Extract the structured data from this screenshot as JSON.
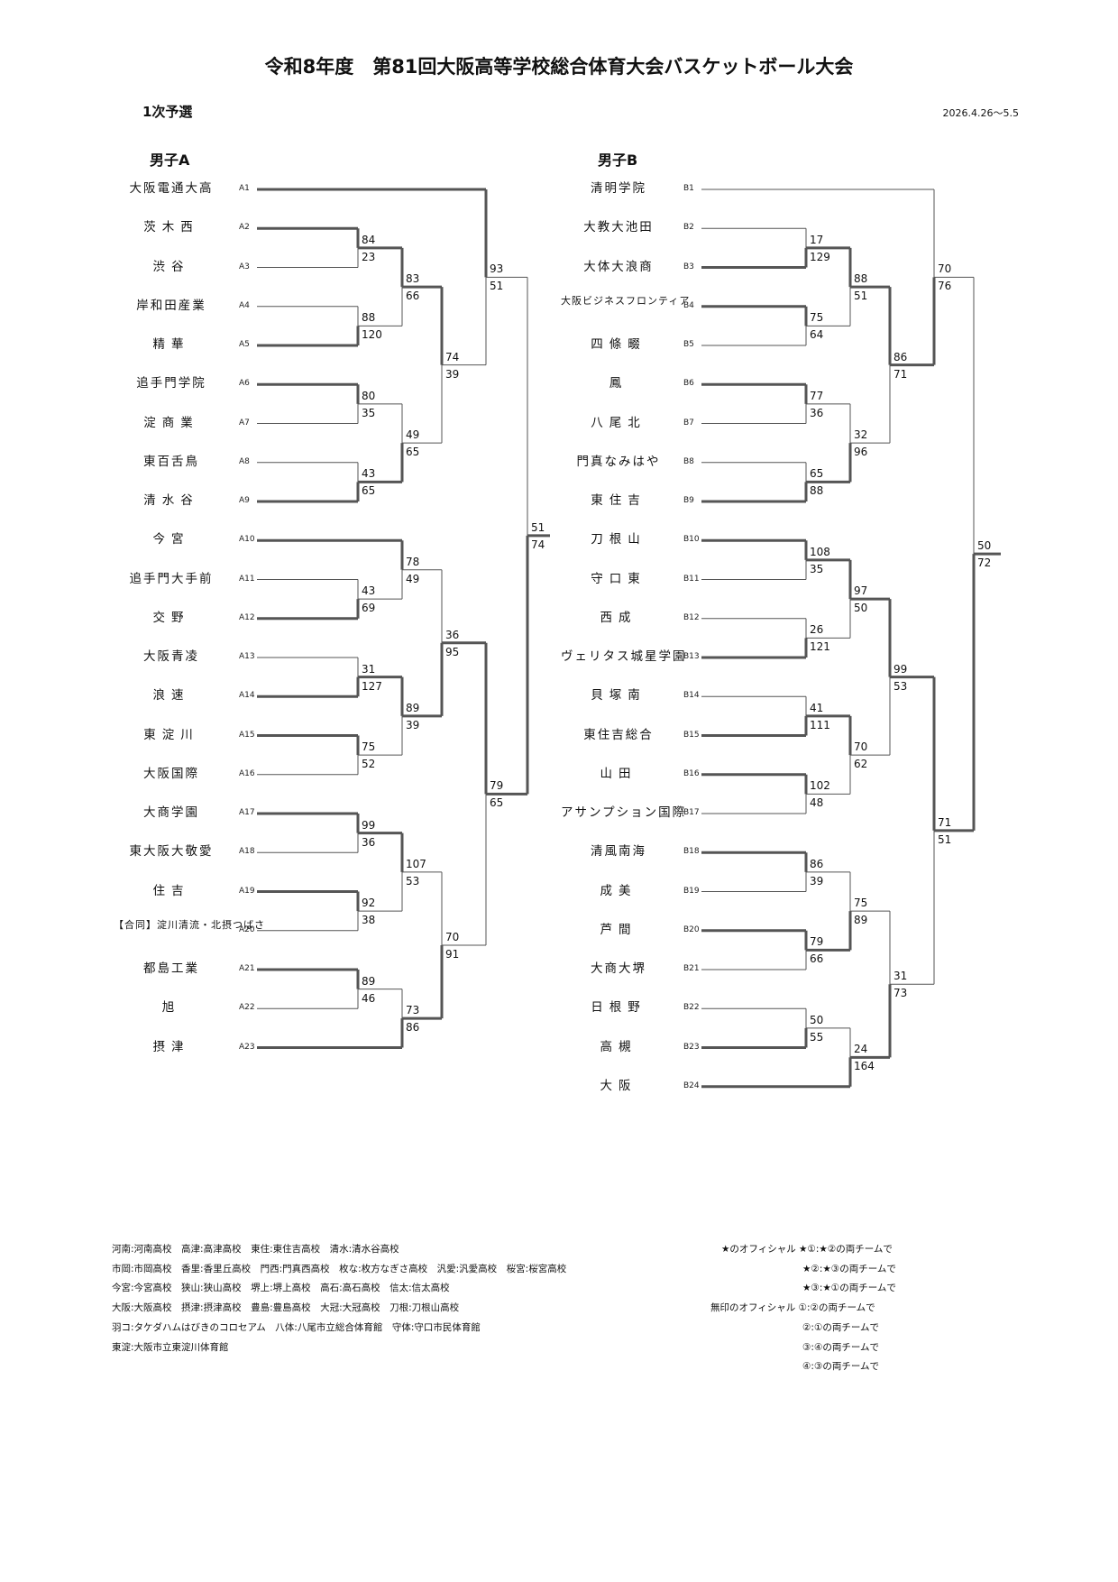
{
  "header": {
    "title": "令和8年度　第81回大阪高等学校総合体育大会バスケットボール大会",
    "subtitle": "1次予選",
    "date": "2026.4.26〜5.5"
  },
  "groups": [
    {
      "label": "男子A",
      "teams": [
        {
          "seed": "A1",
          "name": "大阪電通大高"
        },
        {
          "seed": "A2",
          "name": "茨木西"
        },
        {
          "seed": "A3",
          "name": "渋谷"
        },
        {
          "seed": "A4",
          "name": "岸和田産業"
        },
        {
          "seed": "A5",
          "name": "精華"
        },
        {
          "seed": "A6",
          "name": "追手門学院"
        },
        {
          "seed": "A7",
          "name": "淀商業"
        },
        {
          "seed": "A8",
          "name": "東百舌鳥"
        },
        {
          "seed": "A9",
          "name": "清水谷"
        },
        {
          "seed": "A10",
          "name": "今宮"
        },
        {
          "seed": "A11",
          "name": "追手門大手前"
        },
        {
          "seed": "A12",
          "name": "交野"
        },
        {
          "seed": "A13",
          "name": "大阪青凌"
        },
        {
          "seed": "A14",
          "name": "浪速"
        },
        {
          "seed": "A15",
          "name": "東淀川"
        },
        {
          "seed": "A16",
          "name": "大阪国際"
        },
        {
          "seed": "A17",
          "name": "大商学園"
        },
        {
          "seed": "A18",
          "name": "東大阪大敬愛"
        },
        {
          "seed": "A19",
          "name": "住吉"
        },
        {
          "seed": "A20",
          "name": "【合同】淀川清流・北摂つばさ"
        },
        {
          "seed": "A21",
          "name": "都島工業"
        },
        {
          "seed": "A22",
          "name": "旭"
        },
        {
          "seed": "A23",
          "name": "摂津"
        }
      ],
      "matches": [
        {
          "top": "84",
          "bottom": "23"
        },
        {
          "top": "88",
          "bottom": "120"
        },
        {
          "top": "83",
          "bottom": "66"
        },
        {
          "top": "80",
          "bottom": "35"
        },
        {
          "top": "43",
          "bottom": "65"
        },
        {
          "top": "49",
          "bottom": "65"
        },
        {
          "top": "74",
          "bottom": "39"
        },
        {
          "top": "93",
          "bottom": "51"
        },
        {
          "top": "43",
          "bottom": "69"
        },
        {
          "top": "78",
          "bottom": "49"
        },
        {
          "top": "31",
          "bottom": "127"
        },
        {
          "top": "75",
          "bottom": "52"
        },
        {
          "top": "89",
          "bottom": "39"
        },
        {
          "top": "36",
          "bottom": "95"
        },
        {
          "top": "99",
          "bottom": "36"
        },
        {
          "top": "92",
          "bottom": "38"
        },
        {
          "top": "107",
          "bottom": "53"
        },
        {
          "top": "89",
          "bottom": "46"
        },
        {
          "top": "73",
          "bottom": "86"
        },
        {
          "top": "70",
          "bottom": "91"
        },
        {
          "top": "79",
          "bottom": "65"
        },
        {
          "top": "51",
          "bottom": "74"
        }
      ]
    },
    {
      "label": "男子B",
      "teams": [
        {
          "seed": "B1",
          "name": "清明学院"
        },
        {
          "seed": "B2",
          "name": "大教大池田"
        },
        {
          "seed": "B3",
          "name": "大体大浪商"
        },
        {
          "seed": "B4",
          "name": "大阪ビジネスフロンティア"
        },
        {
          "seed": "B5",
          "name": "四條畷"
        },
        {
          "seed": "B6",
          "name": "鳳"
        },
        {
          "seed": "B7",
          "name": "八尾北"
        },
        {
          "seed": "B8",
          "name": "門真なみはや"
        },
        {
          "seed": "B9",
          "name": "東住吉"
        },
        {
          "seed": "B10",
          "name": "刀根山"
        },
        {
          "seed": "B11",
          "name": "守口東"
        },
        {
          "seed": "B12",
          "name": "西成"
        },
        {
          "seed": "B13",
          "name": "ヴェリタス城星学園"
        },
        {
          "seed": "B14",
          "name": "貝塚南"
        },
        {
          "seed": "B15",
          "name": "東住吉総合"
        },
        {
          "seed": "B16",
          "name": "山田"
        },
        {
          "seed": "B17",
          "name": "アサンプション国際"
        },
        {
          "seed": "B18",
          "name": "清風南海"
        },
        {
          "seed": "B19",
          "name": "成美"
        },
        {
          "seed": "B20",
          "name": "芦間"
        },
        {
          "seed": "B21",
          "name": "大商大堺"
        },
        {
          "seed": "B22",
          "name": "日根野"
        },
        {
          "seed": "B23",
          "name": "高槻"
        },
        {
          "seed": "B24",
          "name": "大阪"
        }
      ],
      "matches": [
        {
          "top": "17",
          "bottom": "129"
        },
        {
          "top": "75",
          "bottom": "64"
        },
        {
          "top": "88",
          "bottom": "51"
        },
        {
          "top": "77",
          "bottom": "36"
        },
        {
          "top": "65",
          "bottom": "88"
        },
        {
          "top": "32",
          "bottom": "96"
        },
        {
          "top": "86",
          "bottom": "71"
        },
        {
          "top": "70",
          "bottom": "76"
        },
        {
          "top": "108",
          "bottom": "35"
        },
        {
          "top": "26",
          "bottom": "121"
        },
        {
          "top": "97",
          "bottom": "50"
        },
        {
          "top": "41",
          "bottom": "111"
        },
        {
          "top": "102",
          "bottom": "48"
        },
        {
          "top": "70",
          "bottom": "62"
        },
        {
          "top": "99",
          "bottom": "53"
        },
        {
          "top": "86",
          "bottom": "39"
        },
        {
          "top": "79",
          "bottom": "66"
        },
        {
          "top": "75",
          "bottom": "89"
        },
        {
          "top": "50",
          "bottom": "55"
        },
        {
          "top": "24",
          "bottom": "164"
        },
        {
          "top": "31",
          "bottom": "73"
        },
        {
          "top": "71",
          "bottom": "51"
        },
        {
          "top": "50",
          "bottom": "72"
        }
      ]
    }
  ],
  "footnotes": {
    "left": [
      "河南:河南高校　高津:高津高校　東住:東住吉高校　清水:清水谷高校",
      "市岡:市岡高校　香里:香里丘高校　門西:門真西高校　枚な:枚方なぎさ高校　汎愛:汎愛高校　桜宮:桜宮高校",
      "今宮:今宮高校　狭山:狭山高校　堺上:堺上高校　高石:高石高校　信太:信太高校",
      "大阪:大阪高校　摂津:摂津高校　豊島:豊島高校　大冠:大冠高校　刀根:刀根山高校",
      "羽コ:タケダハムはびきのコロセアム　八体:八尾市立総合体育館　守体:守口市民体育館",
      "東淀:大阪市立東淀川体育館"
    ],
    "right": [
      "★のオフィシャル ★①:★②の両チームで",
      "★②:★③の両チームで",
      "★③:★①の両チームで",
      "無印のオフィシャル ①:②の両チームで",
      "②:①の両チームで",
      "③:④の両チームで",
      "④:③の両チームで"
    ]
  },
  "colors": {
    "line": "#555555",
    "text": "#111111"
  }
}
